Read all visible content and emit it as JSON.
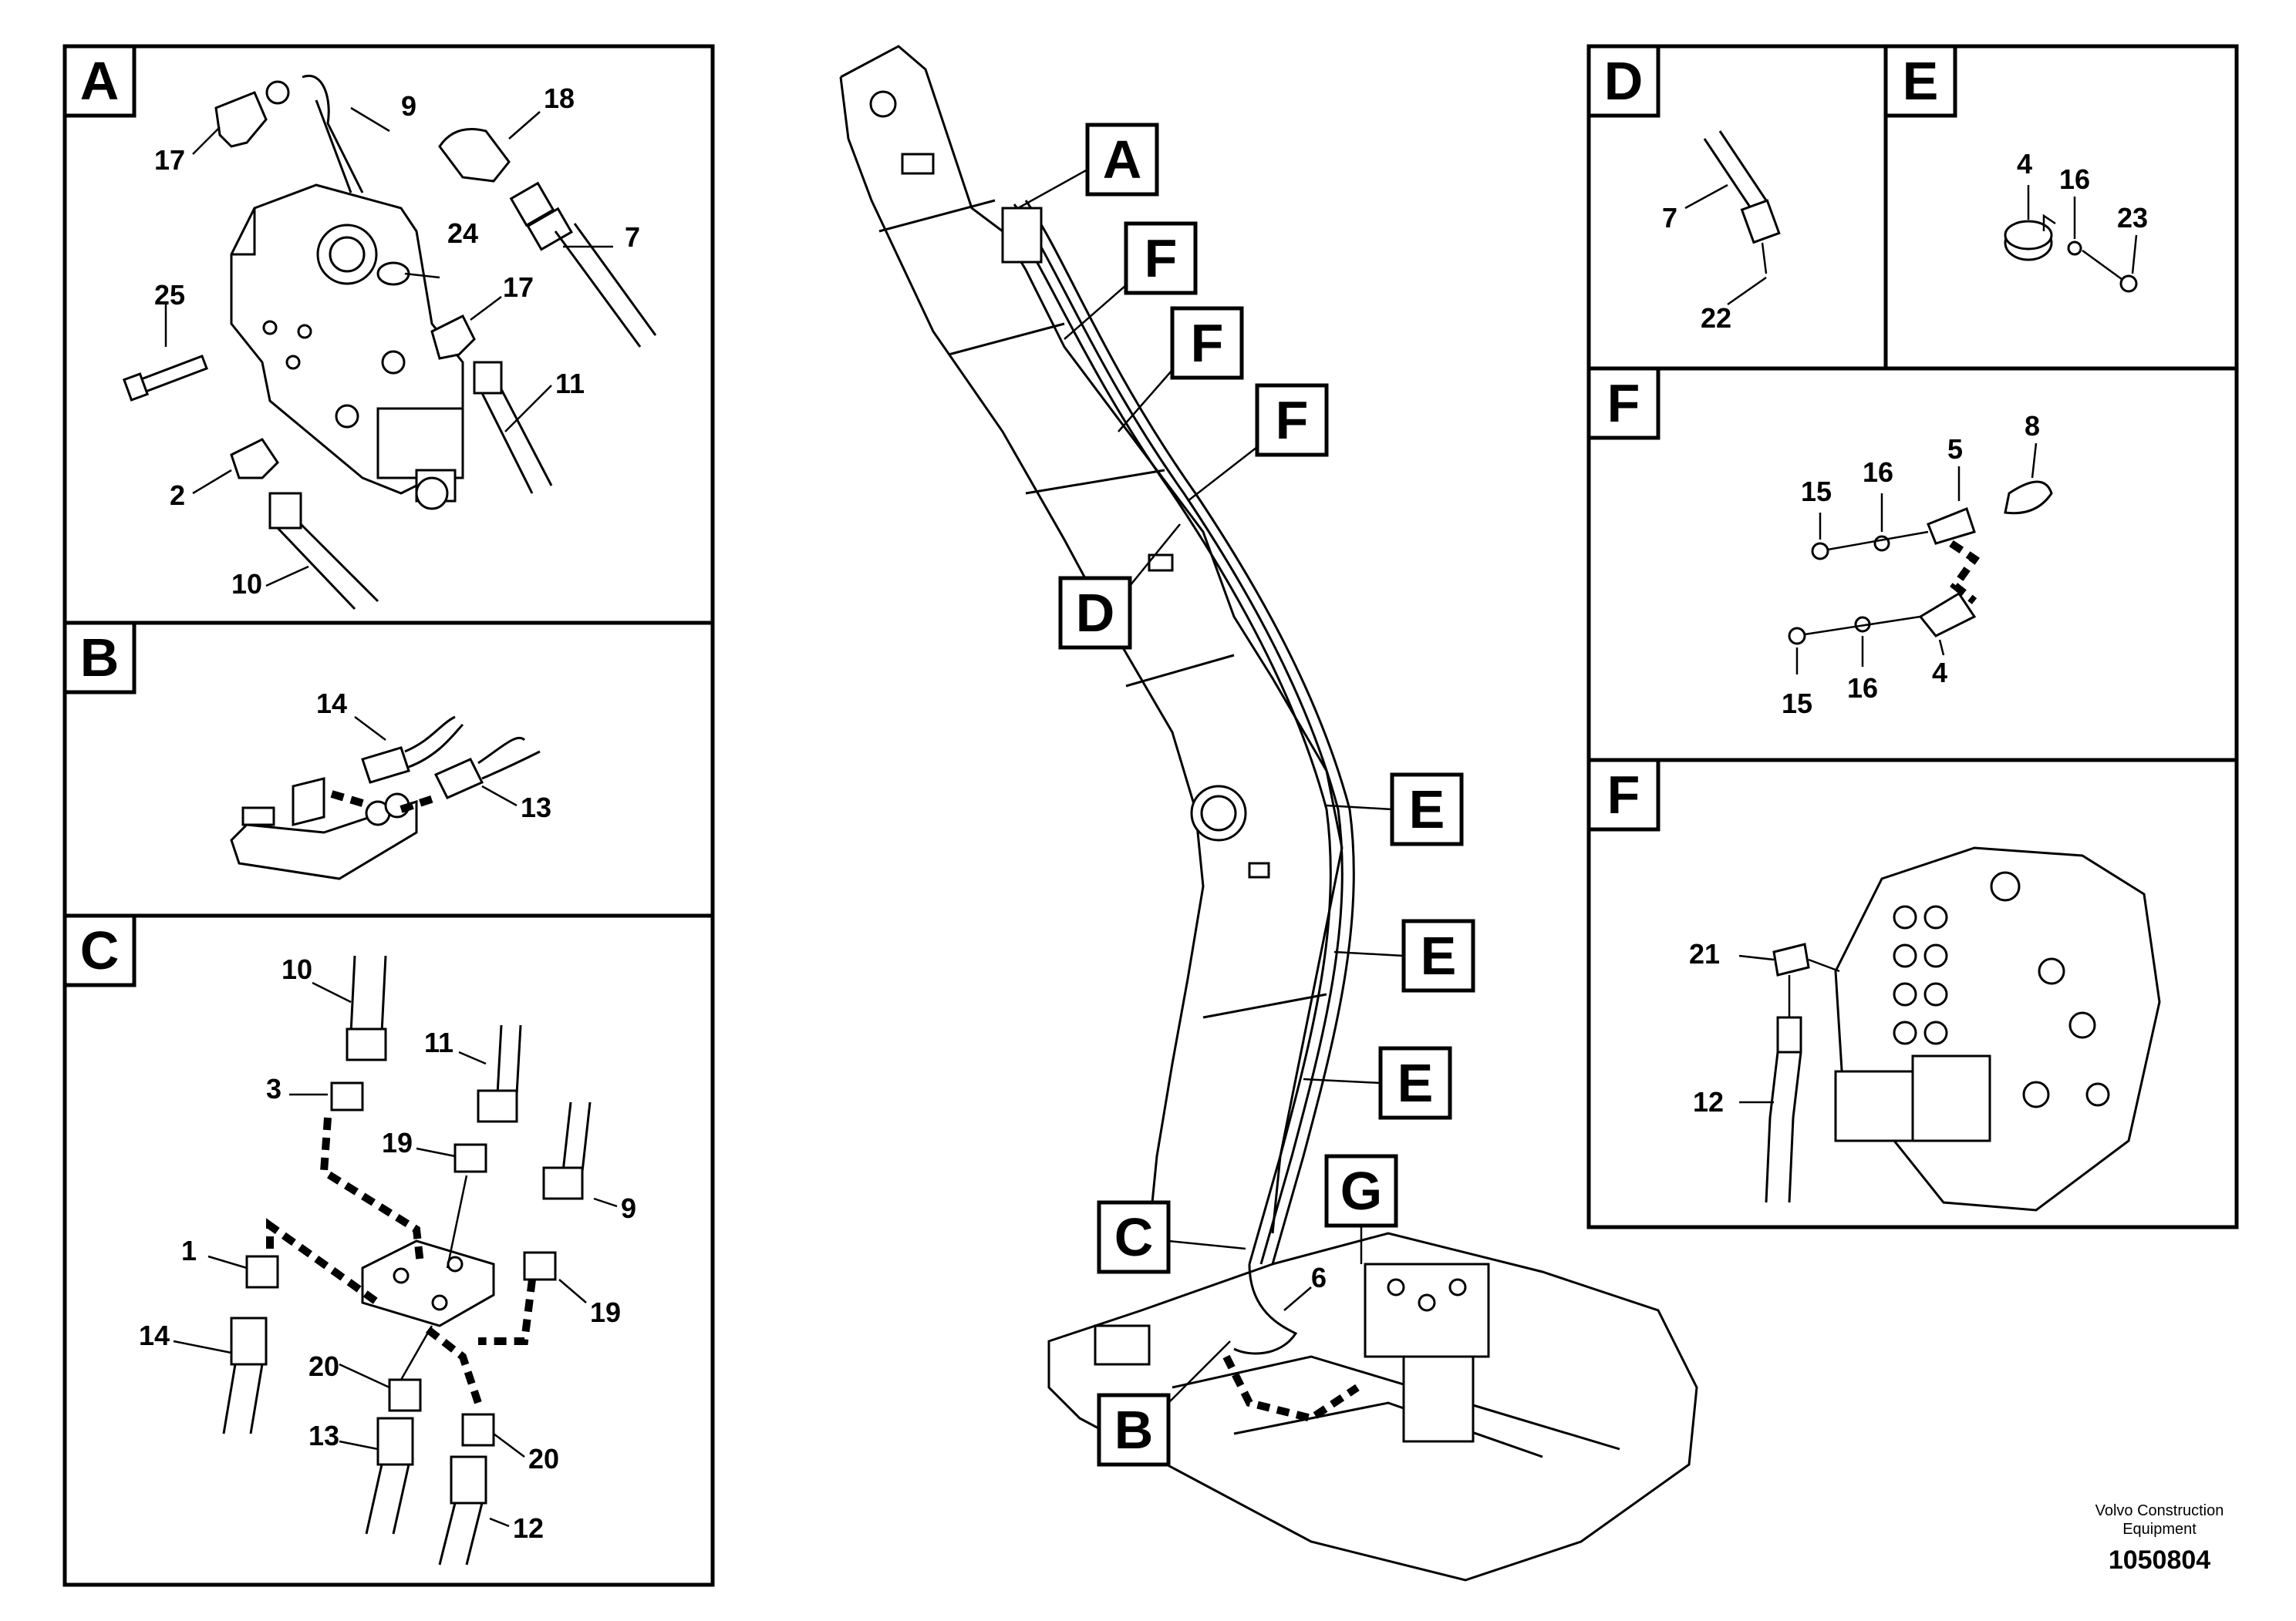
{
  "panels": {
    "A": {
      "letter": "A",
      "labels": [
        "9",
        "17",
        "18",
        "24",
        "7",
        "17",
        "25",
        "11",
        "2",
        "10"
      ]
    },
    "B": {
      "letter": "B",
      "labels": [
        "14",
        "13"
      ]
    },
    "C": {
      "letter": "C",
      "labels": [
        "10",
        "11",
        "3",
        "19",
        "9",
        "1",
        "19",
        "14",
        "20",
        "20",
        "13",
        "12"
      ]
    },
    "D": {
      "letter": "D",
      "labels": [
        "7",
        "22"
      ]
    },
    "E": {
      "letter": "E",
      "labels": [
        "4",
        "16",
        "23"
      ]
    },
    "F1": {
      "letter": "F",
      "labels": [
        "5",
        "8",
        "15",
        "16",
        "15",
        "16",
        "4"
      ]
    },
    "F2": {
      "letter": "F",
      "labels": [
        "21",
        "12"
      ]
    }
  },
  "main": {
    "callouts": [
      "A",
      "F",
      "F",
      "F",
      "D",
      "E",
      "E",
      "E",
      "G",
      "C",
      "B"
    ],
    "part_label": "6"
  },
  "footer": {
    "company_line1": "Volvo Construction",
    "company_line2": "Equipment",
    "drawing_number": "1050804"
  }
}
